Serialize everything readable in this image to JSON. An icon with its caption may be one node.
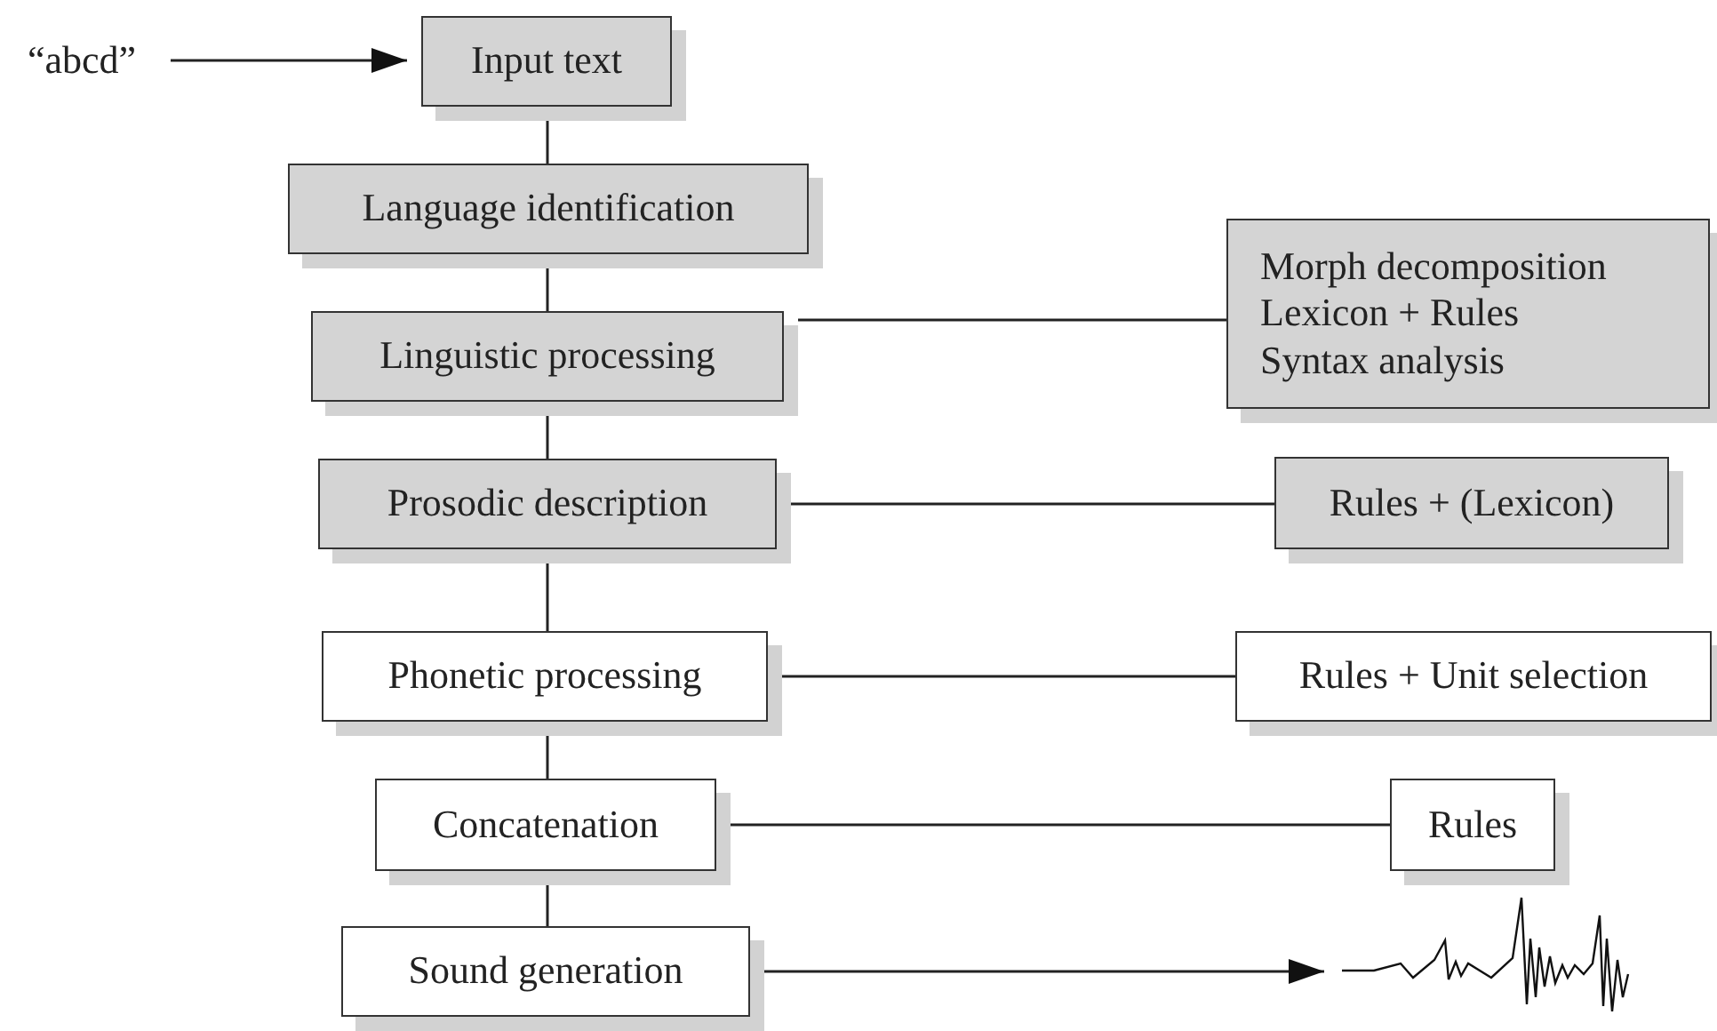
{
  "diagram": {
    "nodes": [
      {
        "text": [
          "“abcd”"
        ]
      },
      {
        "text": [
          "Input text"
        ]
      },
      {
        "text": [
          "Language identification"
        ]
      },
      {
        "text": [
          "Linguistic processing"
        ]
      },
      {
        "text": [
          "Morph decomposition",
          "Lexicon + Rules",
          "Syntax analysis"
        ]
      },
      {
        "text": [
          "Prosodic description"
        ]
      },
      {
        "text": [
          "Rules + (Lexicon)"
        ]
      },
      {
        "text": [
          "Phonetic processing"
        ]
      },
      {
        "text": [
          "Rules + Unit selection"
        ]
      },
      {
        "text": [
          "Concatenation"
        ]
      },
      {
        "text": [
          "Rules"
        ]
      },
      {
        "text": [
          "Sound generation"
        ]
      },
      {
        "text": [],
        "shape": "picture"
      }
    ],
    "edges": [
      {
        "from": 0,
        "to": 1,
        "arrow": "to"
      },
      {
        "from": 1,
        "to": 2,
        "arrow": "none"
      },
      {
        "from": 2,
        "to": 3,
        "arrow": "none"
      },
      {
        "from": 3,
        "to": 4,
        "arrow": "none"
      },
      {
        "from": 3,
        "to": 5,
        "arrow": "none"
      },
      {
        "from": 5,
        "to": 6,
        "arrow": "none"
      },
      {
        "from": 5,
        "to": 7,
        "arrow": "none"
      },
      {
        "from": 7,
        "to": 8,
        "arrow": "none"
      },
      {
        "from": 7,
        "to": 9,
        "arrow": "none"
      },
      {
        "from": 9,
        "to": 10,
        "arrow": "none"
      },
      {
        "from": 9,
        "to": 11,
        "arrow": "none"
      },
      {
        "from": 11,
        "to": 12,
        "arrow": "to"
      }
    ]
  }
}
